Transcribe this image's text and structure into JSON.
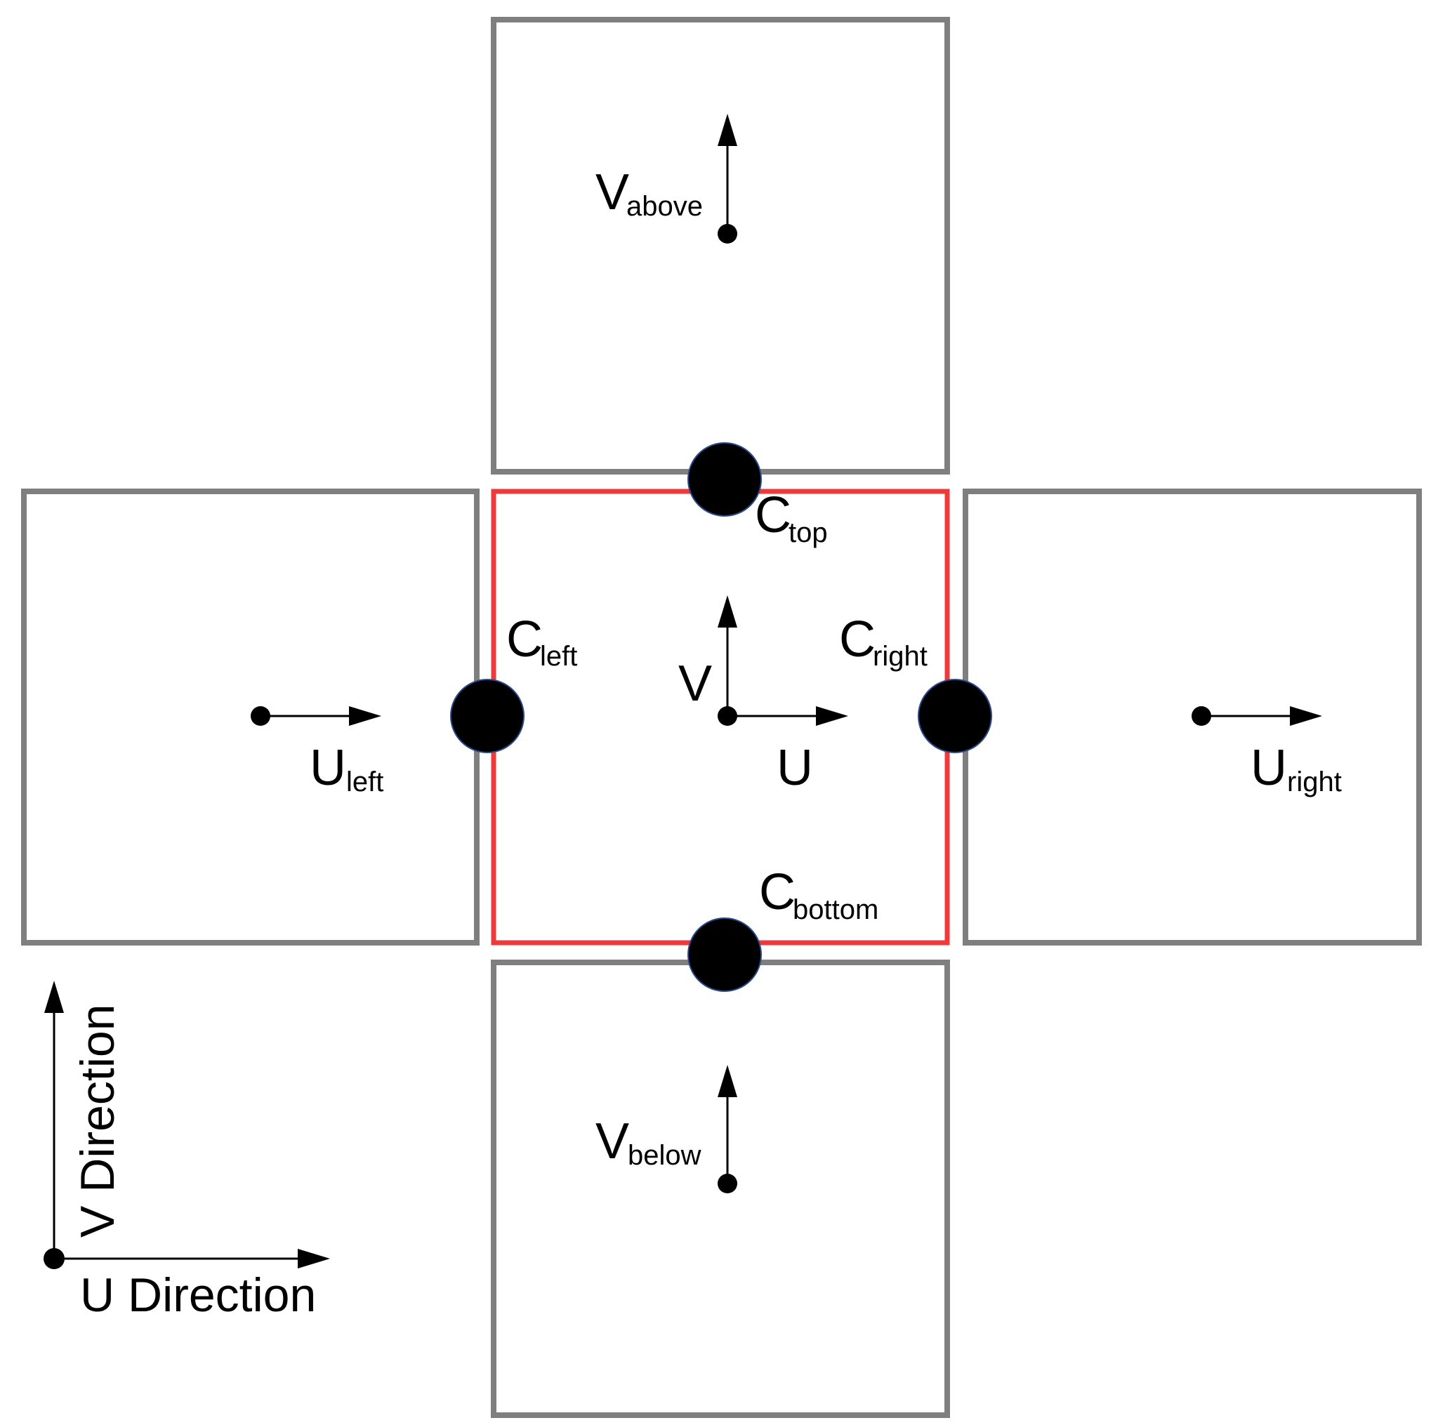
{
  "diagram": {
    "labels": {
      "v_above": {
        "main": "V",
        "sub": "above"
      },
      "v_below": {
        "main": "V",
        "sub": "below"
      },
      "v_center": {
        "main": "V"
      },
      "u_center": {
        "main": "U"
      },
      "u_left": {
        "main": "U",
        "sub": "left"
      },
      "u_right": {
        "main": "U",
        "sub": "right"
      },
      "c_top": {
        "main": "C",
        "sub": "top"
      },
      "c_bottom": {
        "main": "C",
        "sub": "bottom"
      },
      "c_left": {
        "main": "C",
        "sub": "left"
      },
      "c_right": {
        "main": "C",
        "sub": "right"
      }
    },
    "axes": {
      "u_direction": "U Direction",
      "v_direction": "V Direction"
    },
    "colors": {
      "center_cell_border": "#ee3a3a",
      "neighbor_cell_border": "#7f7f7f",
      "node_fill": "#000000"
    }
  }
}
